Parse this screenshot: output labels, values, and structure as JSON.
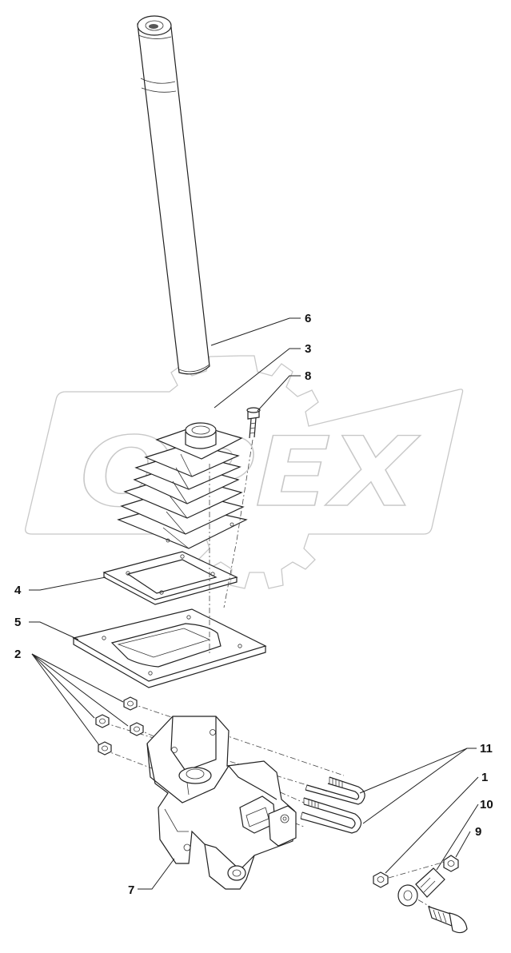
{
  "diagram": {
    "watermark": "OPEX",
    "callouts": [
      {
        "id": "1",
        "label": "1"
      },
      {
        "id": "2",
        "label": "2"
      },
      {
        "id": "3",
        "label": "3"
      },
      {
        "id": "4",
        "label": "4"
      },
      {
        "id": "5",
        "label": "5"
      },
      {
        "id": "6",
        "label": "6"
      },
      {
        "id": "7",
        "label": "7"
      },
      {
        "id": "8",
        "label": "8"
      },
      {
        "id": "9",
        "label": "9"
      },
      {
        "id": "10",
        "label": "10"
      },
      {
        "id": "11",
        "label": "11"
      }
    ]
  }
}
